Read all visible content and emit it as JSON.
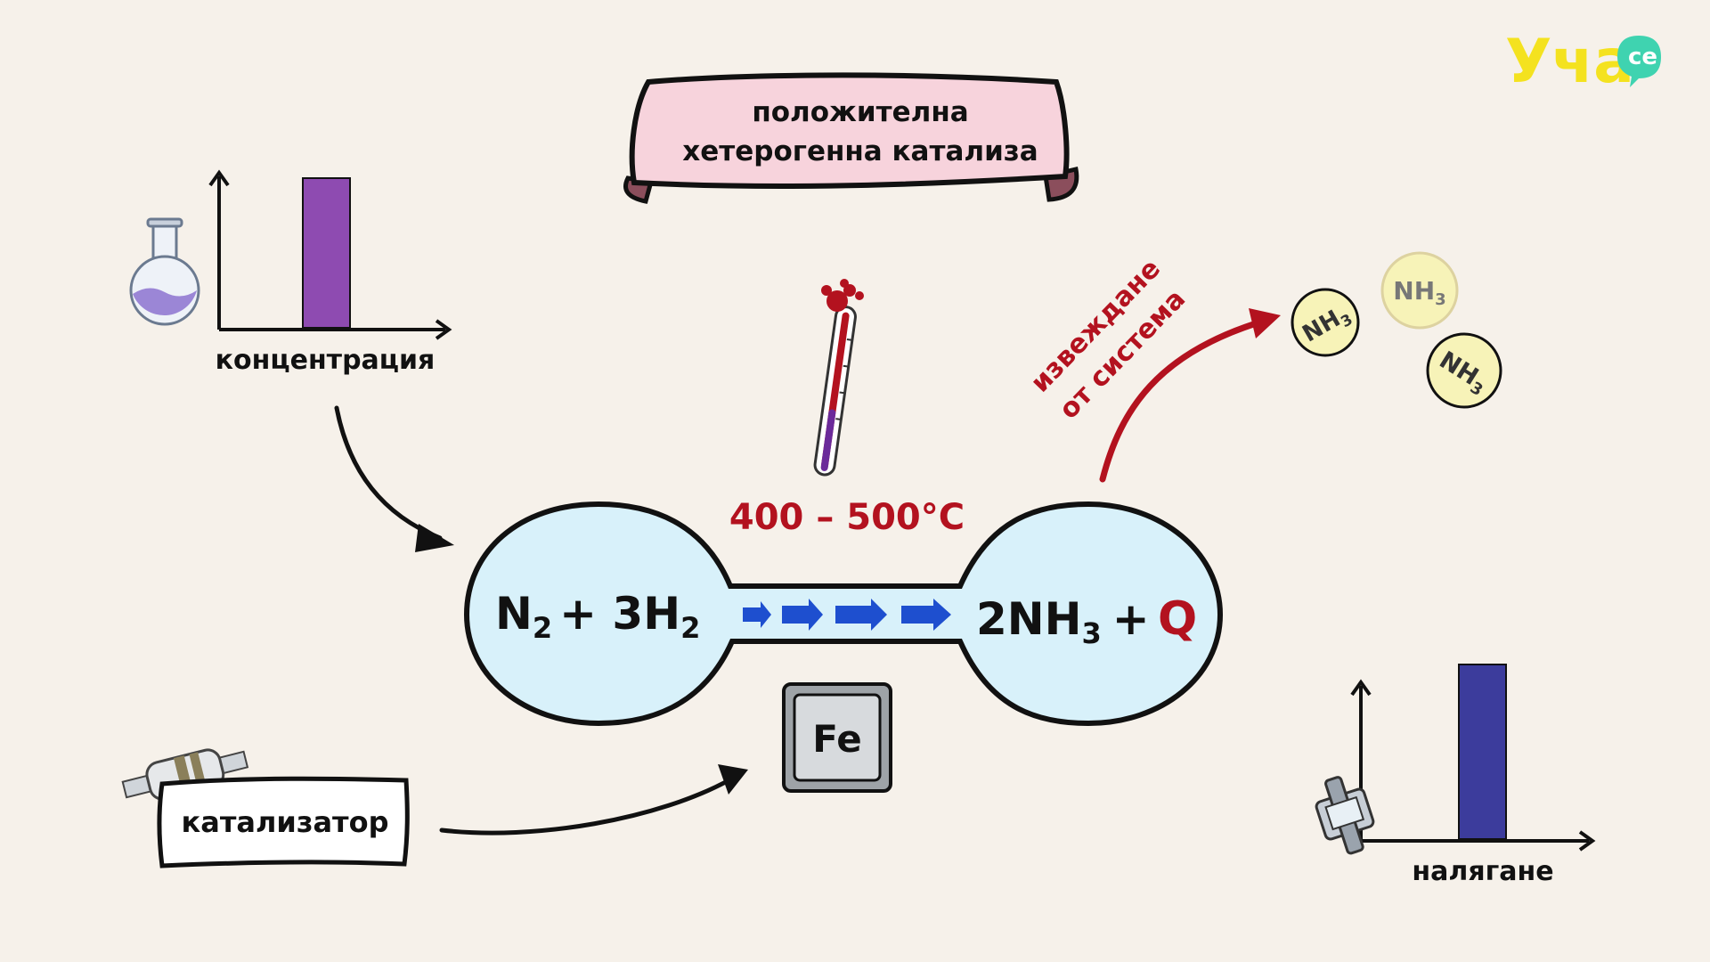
{
  "title": {
    "line1": "положителна",
    "line2": "хетерогенна катализа"
  },
  "brand": {
    "main": "Уча",
    "badge": "се"
  },
  "concentration": {
    "label": "концентрация",
    "bar_color": "#8e4bb1"
  },
  "pressure": {
    "label": "налягане",
    "bar_color": "#3c3c9c"
  },
  "temperature": {
    "label": "400 – 500°C"
  },
  "removal": {
    "line1": "извеждане",
    "line2": "от система"
  },
  "products": [
    {
      "label_main": "NH",
      "label_sub": "3"
    },
    {
      "label_main": "NH",
      "label_sub": "3"
    },
    {
      "label_main": "NH",
      "label_sub": "3"
    }
  ],
  "equation": {
    "reactants_n": "N",
    "reactants_n_sub": "2",
    "reactants_plus": "+ 3H",
    "reactants_h_sub": "2",
    "products_main": "2NH",
    "products_sub": "3",
    "products_plus": "+",
    "heat": "Q"
  },
  "catalyst": {
    "label": "катализатор",
    "element": "Fe"
  },
  "colors": {
    "accent_red": "#b3121f",
    "arrow_blue": "#1e4fcf",
    "bubble_fill": "#d8f1fa",
    "scroll_fill": "#f7d3dc",
    "ammonia_fill": "#f7f3b8",
    "brand_yellow": "#f4e21f",
    "brand_green": "#3fd3b0"
  }
}
